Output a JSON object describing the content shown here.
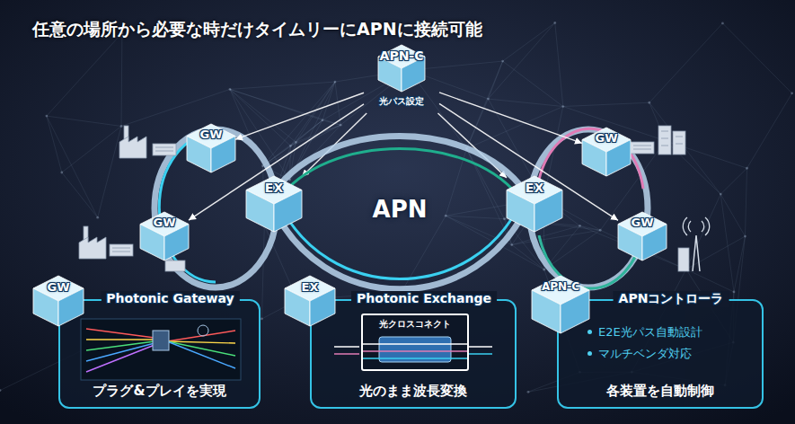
{
  "diagram": {
    "title": "任意の場所から必要な時だけタイムリーにAPNに接続可能",
    "nodes": [
      {
        "text": [
          "APN-C",
          "光パス設定"
        ]
      },
      {
        "text": [
          "APN"
        ]
      },
      {
        "text": [
          "GW"
        ]
      },
      {
        "text": [
          "GW"
        ]
      },
      {
        "text": [
          "EX"
        ]
      },
      {
        "text": [
          "EX"
        ]
      },
      {
        "text": [
          "GW"
        ]
      },
      {
        "text": [
          "GW"
        ]
      },
      {
        "text": [
          "Photonic Gateway",
          "プラグ&プレイを実現"
        ]
      },
      {
        "text": [
          "GW"
        ],
        "in": 8
      },
      {
        "text": [
          "Photonic Exchange",
          "光のまま波長変換"
        ]
      },
      {
        "text": [
          "EX"
        ],
        "in": 10
      },
      {
        "text": [
          "光クロスコネクト"
        ],
        "in": 10
      },
      {
        "text": [
          "APNコントローラ",
          "E2E光パス自動設計",
          "マルチベンダ対応",
          "各装置を自動制御"
        ]
      },
      {
        "text": [
          "APN-C"
        ],
        "in": 13
      }
    ],
    "edges": [
      {
        "from": 0,
        "to": 2,
        "arrow": "to"
      },
      {
        "from": 0,
        "to": 3,
        "arrow": "to"
      },
      {
        "from": 0,
        "to": 4,
        "arrow": "to"
      },
      {
        "from": 0,
        "to": 5,
        "arrow": "to"
      },
      {
        "from": 0,
        "to": 6,
        "arrow": "to"
      },
      {
        "from": 0,
        "to": 7,
        "arrow": "to"
      }
    ]
  }
}
